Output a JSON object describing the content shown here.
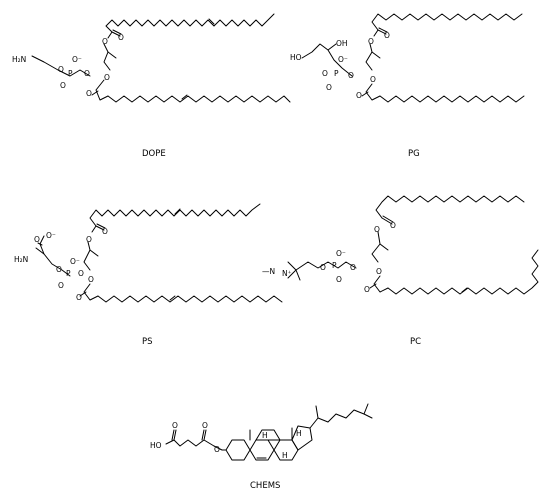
{
  "figure": {
    "molecules": [
      {
        "id": "dope",
        "label": "DOPE"
      },
      {
        "id": "pg",
        "label": "PG"
      },
      {
        "id": "ps",
        "label": "PS"
      },
      {
        "id": "pc",
        "label": "PC"
      },
      {
        "id": "chems",
        "label": "CHEMS"
      }
    ],
    "atoms": {
      "h2n": "H₂N",
      "o": "O",
      "o_minus": "O⁻",
      "p": "P",
      "ho": "HO",
      "oh": "OH",
      "n_plus": "N⁺",
      "me_n": "—N",
      "h": "H",
      "hooc": "HO"
    }
  }
}
